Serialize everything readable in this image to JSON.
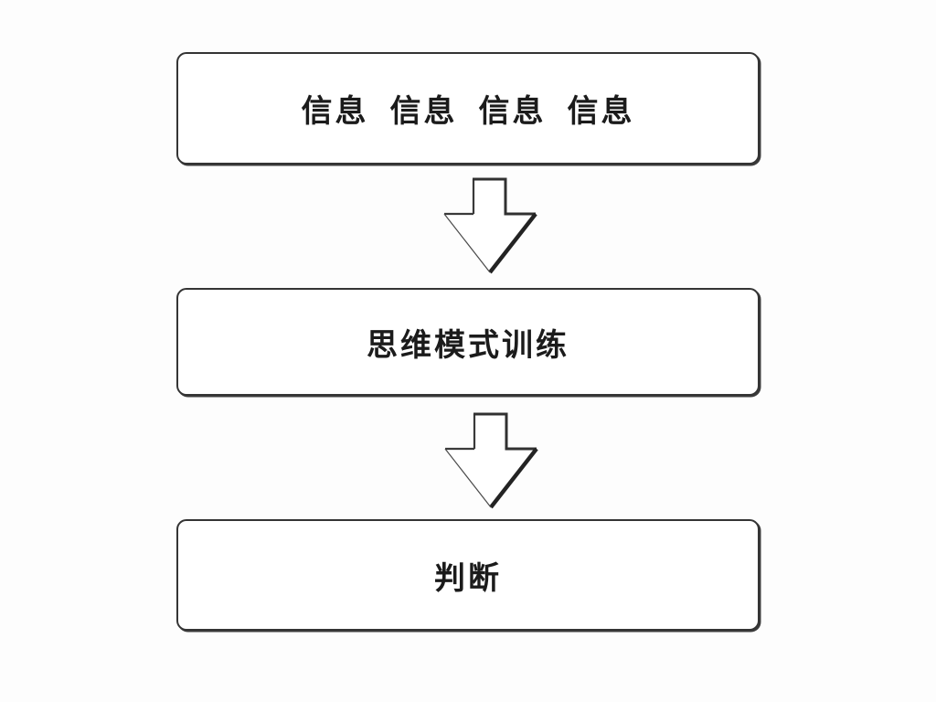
{
  "diagram": {
    "type": "flowchart",
    "direction": "top-down",
    "colors": {
      "background": "#fdfdfd",
      "node_fill": "#ffffff",
      "node_stroke": "#343434",
      "arrow_stroke": "#2e2e2e",
      "text": "#1b1b1b"
    },
    "nodes": [
      {
        "id": "information",
        "label": "信息  信息  信息  信息"
      },
      {
        "id": "thinking-pattern-training",
        "label": "思维模式训练"
      },
      {
        "id": "judgment",
        "label": "判断"
      }
    ],
    "edges": [
      {
        "from": "information",
        "to": "thinking-pattern-training",
        "style": "hollow-block-down-arrow"
      },
      {
        "from": "thinking-pattern-training",
        "to": "judgment",
        "style": "hollow-block-down-arrow"
      }
    ]
  }
}
